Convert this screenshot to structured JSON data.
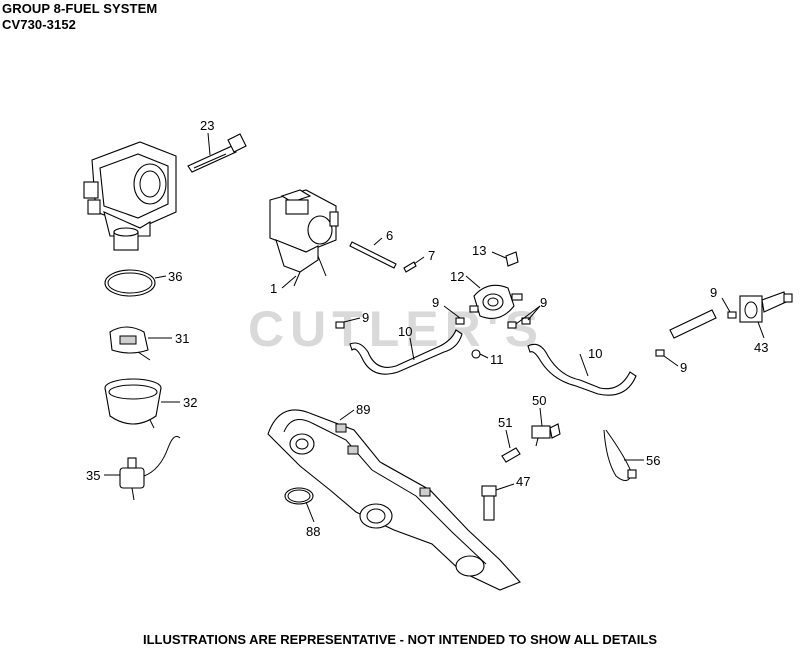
{
  "header": {
    "title": "GROUP 8-FUEL SYSTEM",
    "subtitle": "CV730-3152"
  },
  "watermark": "CUTLER'S",
  "footer": "ILLUSTRATIONS ARE REPRESENTATIVE - NOT INTENDED TO SHOW ALL DETAILS",
  "callouts": {
    "c23": "23",
    "c36": "36",
    "c31": "31",
    "c32": "32",
    "c35": "35",
    "c1": "1",
    "c6": "6",
    "c7": "7",
    "c13": "13",
    "c12": "12",
    "c9a": "9",
    "c9b": "9",
    "c9c": "9",
    "c9d": "9",
    "c9e": "9",
    "c10a": "10",
    "c10b": "10",
    "c11": "11",
    "c89": "89",
    "c88": "88",
    "c51": "51",
    "c50": "50",
    "c47": "47",
    "c56": "56",
    "c43": "43"
  }
}
